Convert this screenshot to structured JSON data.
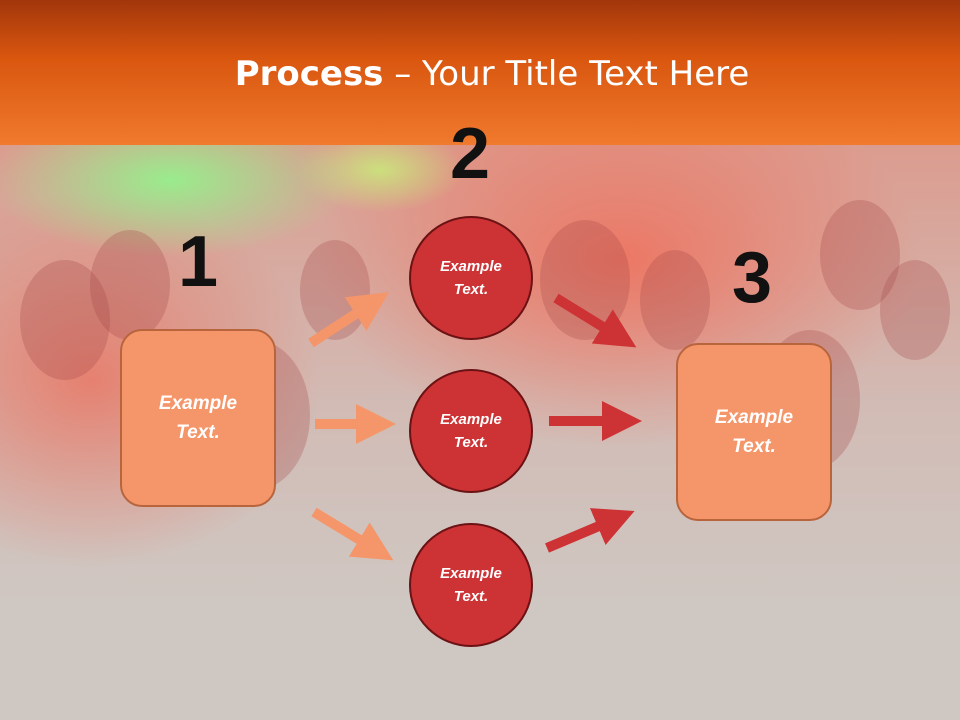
{
  "slide": {
    "title_bold": "Process",
    "title_rest": " – Your Title Text Here",
    "steps": [
      {
        "number": "1",
        "text": "Example\nText."
      },
      {
        "number": "2",
        "items": [
          "Example\nText.",
          "Example\nText.",
          "Example\nText."
        ]
      },
      {
        "number": "3",
        "text": "Example\nText."
      }
    ]
  },
  "colors": {
    "header": "#d9560f",
    "box_fill": "#f4966a",
    "circle_fill": "#cd3234",
    "arrow_left": "#f4966a",
    "arrow_right": "#cd3234"
  }
}
